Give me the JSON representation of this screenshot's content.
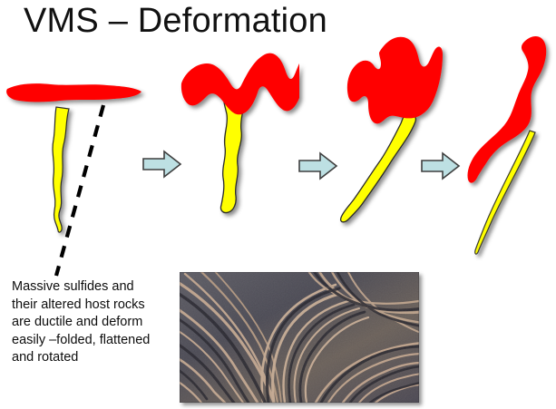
{
  "slide": {
    "title": "VMS – Deformation",
    "background_color": "#ffffff"
  },
  "caption": {
    "lines": [
      "Massive  sulfides and",
      "their altered host rocks",
      "are ductile and deform",
      "easily –folded, flattened",
      "and rotated"
    ],
    "text": "Massive  sulfides and their altered host rocks are ductile and deform easily –folded, flattened and rotated"
  },
  "colors": {
    "massive_sulfide_red": "#FF0000",
    "stringer_yellow": "#FFFF00",
    "arrow_fill": "#BDE0E3",
    "arrow_outline": "#3F3F3F",
    "dashed_line": "#000000",
    "text": "#111111"
  },
  "diagram": {
    "stages": [
      {
        "index": 1,
        "name": "undeformed-lens",
        "description": "Flat tabular red massive sulfide lens over a vertical yellow stringer zone, cut by a black dashed line",
        "has_dashed_line": true,
        "red_label": "massive sulfide lens",
        "yellow_label": "stringer / alteration zone"
      },
      {
        "index": 2,
        "name": "folded-lens",
        "description": "Red lens folded into open waves; yellow stringer zone deflected",
        "has_dashed_line": false,
        "red_label": "folded massive sulfide",
        "yellow_label": "folded stringer zone"
      },
      {
        "index": 3,
        "name": "tightly-folded-lens",
        "description": "Red mass tightly folded and thickened; yellow stringer rotated to the lower left",
        "has_dashed_line": false,
        "red_label": "tightly folded massive sulfide",
        "yellow_label": "rotated stringer zone"
      },
      {
        "index": 4,
        "name": "flattened-rotated-lens",
        "description": "Red mass attenuated into a sigmoidal ribbon; yellow stringer stretched into a thin tail",
        "has_dashed_line": false,
        "red_label": "flattened and rotated massive sulfide",
        "yellow_label": "attenuated stringer zone"
      }
    ],
    "arrows": [
      {
        "index": 1,
        "name": "progression-arrow-1",
        "direction": "right"
      },
      {
        "index": 2,
        "name": "progression-arrow-2",
        "direction": "right"
      },
      {
        "index": 3,
        "name": "progression-arrow-3",
        "direction": "right"
      }
    ]
  },
  "photo": {
    "name": "folded-banded-rock-photograph",
    "description": "Photograph of strongly folded, banded dark grey and tan sulfide-bearing rock",
    "alt_text": "Folded banded rock outcrop"
  }
}
